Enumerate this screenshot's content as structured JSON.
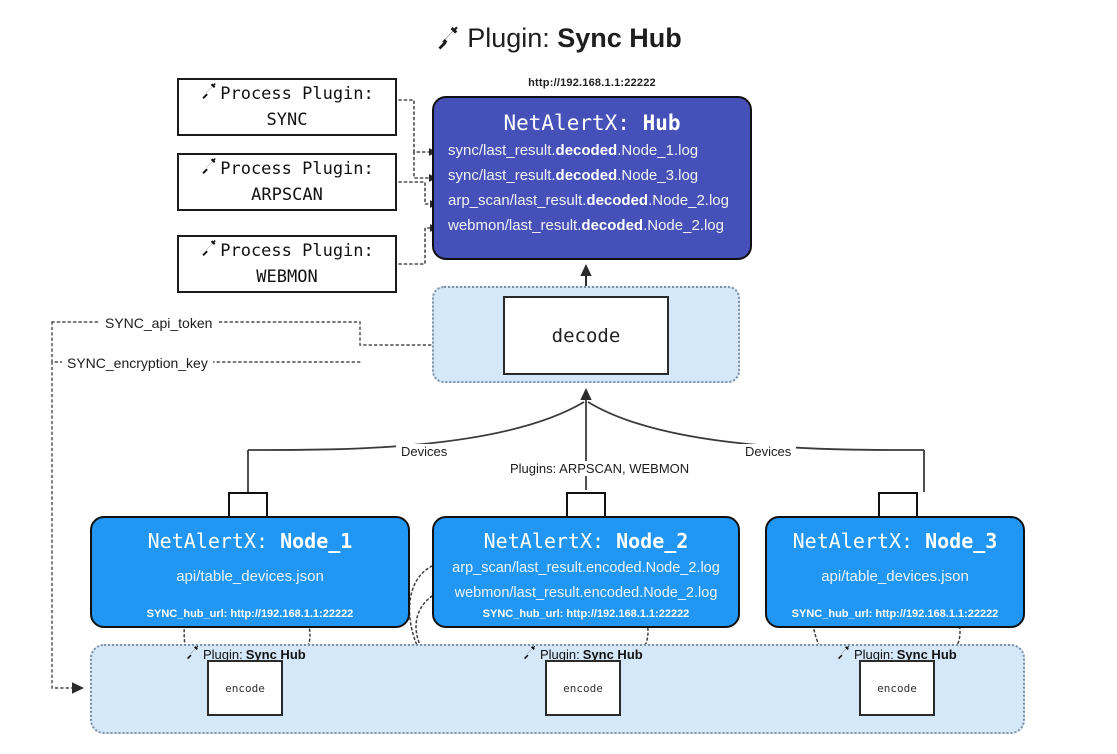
{
  "title": {
    "icon": "plug-icon",
    "lead": "Plugin: ",
    "strong": "Sync Hub"
  },
  "process_plugins": [
    {
      "icon": "plug-icon",
      "line1": "Process Plugin:",
      "line2": "SYNC"
    },
    {
      "icon": "plug-icon",
      "line1": "Process Plugin:",
      "line2": "ARPSCAN"
    },
    {
      "icon": "plug-icon",
      "line1": "Process Plugin:",
      "line2": "WEBMON"
    }
  ],
  "hub": {
    "url": "http://192.168.1.1:22222",
    "title_prefix": "NetAlertX: ",
    "title_name": "Hub",
    "logs": [
      {
        "pre": "sync/last_result.",
        "em": "decoded",
        "post": ".Node_1.log"
      },
      {
        "pre": "sync/last_result.",
        "em": "decoded",
        "post": ".Node_3.log"
      },
      {
        "pre": "arp_scan/last_result.",
        "em": "decoded",
        "post": ".Node_2.log"
      },
      {
        "pre": "webmon/last_result.",
        "em": "decoded",
        "post": ".Node_2.log"
      }
    ]
  },
  "decode": {
    "label": "decode"
  },
  "tokens": [
    {
      "label": "SYNC_api_token"
    },
    {
      "label": "SYNC_encryption_key"
    }
  ],
  "edge_labels": {
    "devices_left": "Devices",
    "devices_right": "Devices",
    "plugins_center": "Plugins: ARPSCAN, WEBMON"
  },
  "nodes": [
    {
      "icon": "envelope-icon",
      "title_prefix": "NetAlertX: ",
      "title_name": "Node_1",
      "lines": [
        "api/table_devices.json"
      ],
      "footer": "SYNC_hub_url: http://192.168.1.1:22222"
    },
    {
      "icon": "envelope-icon",
      "title_prefix": "NetAlertX: ",
      "title_name": "Node_2",
      "lines": [
        "arp_scan/last_result.encoded.Node_2.log",
        "webmon/last_result.encoded.Node_2.log"
      ],
      "footer": "SYNC_hub_url: http://192.168.1.1:22222"
    },
    {
      "icon": "envelope-icon",
      "title_prefix": "NetAlertX: ",
      "title_name": "Node_3",
      "lines": [
        "api/table_devices.json"
      ],
      "footer": "SYNC_hub_url: http://192.168.1.1:22222"
    }
  ],
  "encoders": [
    {
      "icon": "plug-icon",
      "label_lead": "Plugin: ",
      "label_strong": "Sync Hub",
      "box": "encode"
    },
    {
      "icon": "plug-icon",
      "label_lead": "Plugin: ",
      "label_strong": "Sync Hub",
      "box": "encode"
    },
    {
      "icon": "plug-icon",
      "label_lead": "Plugin: ",
      "label_strong": "Sync Hub",
      "box": "encode"
    }
  ],
  "colors": {
    "hub_fill": "#4550b8",
    "node_fill": "#2196f3",
    "container_fill": "#d5e8f9",
    "stroke": "#111111",
    "dotted": "#7d8fa0"
  }
}
